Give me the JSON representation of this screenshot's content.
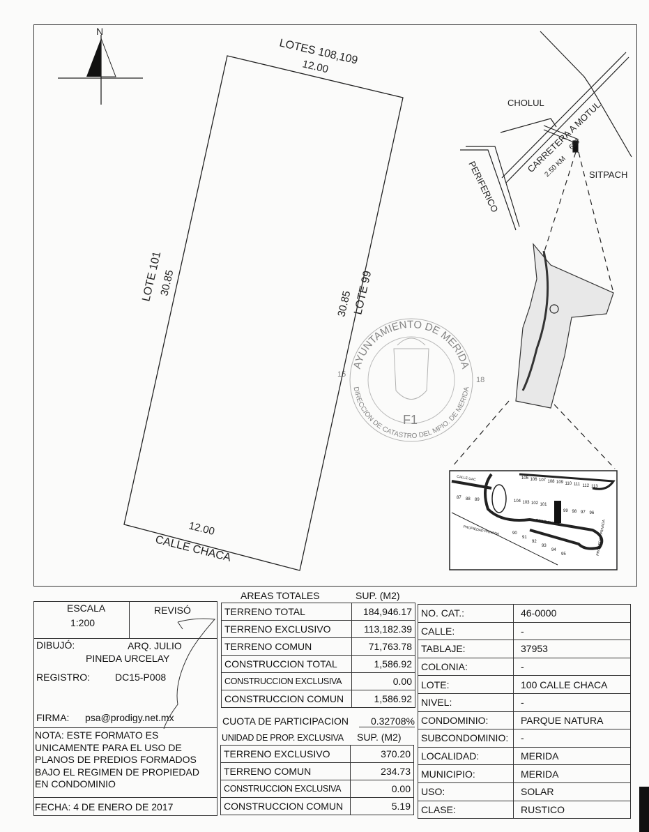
{
  "plan": {
    "north_label": "N",
    "top_side": {
      "label": "LOTES 108,109",
      "length": "12.00"
    },
    "left_side": {
      "label": "LOTE 101",
      "length": "30.85"
    },
    "right_side": {
      "label": "LOTE 99",
      "length": "30.85"
    },
    "bottom_side": {
      "label": "CALLE CHACA",
      "length": "12.00"
    }
  },
  "location_map": {
    "cholul": "CHOLUL",
    "road": "CARRETERA A MOTUL",
    "road_number": "680",
    "distance": "2.50 KM",
    "periferico": "PERIFERICO",
    "sitpach": "SITPACH"
  },
  "stamp": {
    "top_text": "AYUNTAMIENTO DE MERIDA",
    "bottom_text": "DIRECCION DE CATASTRO DEL MPIO. DE MERIDA",
    "code": "F1",
    "left_num": "15",
    "right_num": "18"
  },
  "detail_map": {
    "lots_top": [
      "105",
      "106",
      "107",
      "108",
      "109",
      "110",
      "111",
      "112",
      "113"
    ],
    "lots_mid": [
      "104",
      "103",
      "102",
      "101",
      "99",
      "98",
      "97",
      "96"
    ],
    "lots_left": [
      "87",
      "88",
      "89"
    ],
    "lots_bottom": [
      "90",
      "91",
      "92",
      "93",
      "94",
      "95"
    ],
    "streets": [
      "CALLE UAC",
      "CALLE CHACA",
      "PROPIEDAD PRIVADA",
      "PROPIEDAD PRIVADA"
    ]
  },
  "title_block": {
    "escala_label": "ESCALA",
    "escala_value": "1:200",
    "reviso_label": "REVISÓ",
    "dibujo_label": "DIBUJÓ:",
    "dibujo_value_1": "ARQ. JULIO",
    "dibujo_value_2": "PINEDA URCELAY",
    "registro_label": "REGISTRO:",
    "registro_value": "DC15-P008",
    "firma_label": "FIRMA:",
    "firma_value": "psa@prodigy.net.mx",
    "nota": [
      "NOTA: ESTE FORMATO ES",
      "UNICAMENTE PARA EL USO DE",
      "PLANOS DE PREDIOS FORMADOS",
      "BAJO EL REGIMEN DE PROPIEDAD",
      "EN CONDOMINIO"
    ],
    "fecha": "FECHA: 4 DE ENERO DE 2017"
  },
  "areas_totales": {
    "header": "AREAS TOTALES",
    "unit": "SUP. (M2)",
    "rows": [
      {
        "label": "TERRENO TOTAL",
        "value": "184,946.17"
      },
      {
        "label": "TERRENO EXCLUSIVO",
        "value": "113,182.39"
      },
      {
        "label": "TERRENO COMUN",
        "value": "71,763.78"
      },
      {
        "label": "CONSTRUCCION TOTAL",
        "value": "1,586.92"
      },
      {
        "label": "CONSTRUCCION EXCLUSIVA",
        "value": "0.00"
      },
      {
        "label": "CONSTRUCCION COMUN",
        "value": "1,586.92"
      }
    ]
  },
  "cuota": {
    "label": "CUOTA DE PARTICIPACION",
    "value": "0.32708%"
  },
  "unidad": {
    "header": "UNIDAD DE PROP. EXCLUSIVA",
    "unit": "SUP. (M2)",
    "rows": [
      {
        "label": "TERRENO EXCLUSIVO",
        "value": "370.20"
      },
      {
        "label": "TERRENO COMUN",
        "value": "234.73"
      },
      {
        "label": "CONSTRUCCION EXCLUSIVA",
        "value": "0.00"
      },
      {
        "label": "CONSTRUCCION COMUN",
        "value": "5.19"
      }
    ]
  },
  "info": [
    {
      "label": "NO. CAT.:",
      "value": "46-0000"
    },
    {
      "label": "CALLE:",
      "value": "-"
    },
    {
      "label": "TABLAJE:",
      "value": "37953"
    },
    {
      "label": "COLONIA:",
      "value": "-"
    },
    {
      "label": "LOTE:",
      "value": "100 CALLE CHACA"
    },
    {
      "label": "NIVEL:",
      "value": "-"
    },
    {
      "label": "CONDOMINIO:",
      "value": "PARQUE NATURA"
    },
    {
      "label": "SUBCONDOMINIO:",
      "value": "-"
    },
    {
      "label": "LOCALIDAD:",
      "value": "MERIDA"
    },
    {
      "label": "MUNICIPIO:",
      "value": "MERIDA"
    },
    {
      "label": "USO:",
      "value": "SOLAR"
    },
    {
      "label": "CLASE:",
      "value": "RUSTICO"
    }
  ]
}
